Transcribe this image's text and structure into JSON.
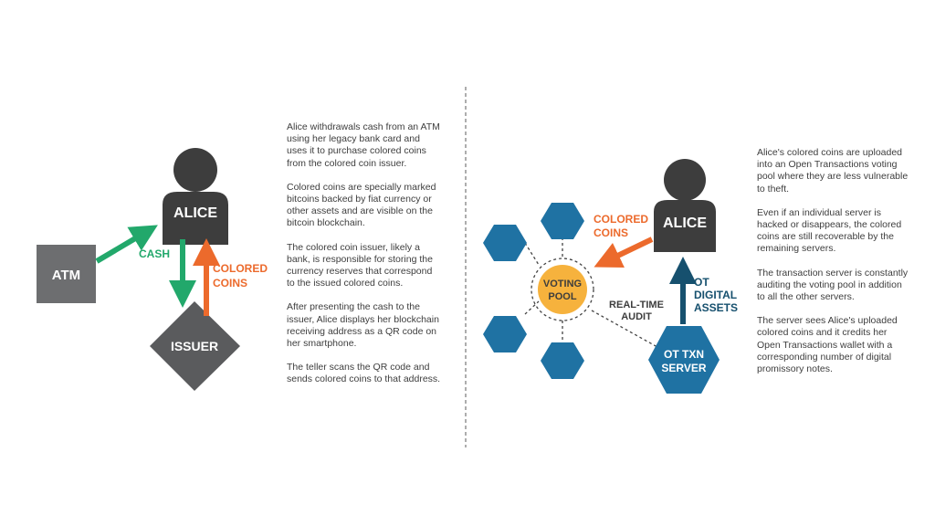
{
  "colors": {
    "dark": "#3d3d3d",
    "gray": "#6d6e70",
    "green": "#22a86b",
    "orange": "#ec6a2c",
    "blue": "#1f72a3",
    "navy": "#16506e",
    "yellow": "#f6b23d",
    "text": "#3e3e3e"
  },
  "left": {
    "alice": "ALICE",
    "atm": "ATM",
    "issuer": "ISSUER",
    "cash": "CASH",
    "colored_coins": [
      "COLORED",
      "COINS"
    ],
    "paragraphs": [
      "Alice withdrawals cash from an ATM using her legacy bank card and uses it to purchase colored coins from the colored coin issuer.",
      "Colored coins are specially marked bitcoins backed by fiat currency or other assets and are visible on the bitcoin blockchain.",
      "The colored coin issuer, likely a bank, is responsible for storing the currency reserves that correspond to the issued colored coins.",
      "After presenting the cash to the issuer, Alice displays her blockchain receiving address as a QR code on her smartphone.",
      "The teller scans the QR code and sends colored coins to that address."
    ]
  },
  "right": {
    "alice": "ALICE",
    "colored_coins": [
      "COLORED",
      "COINS"
    ],
    "voting_pool": [
      "VOTING",
      "POOL"
    ],
    "audit": [
      "REAL-TIME",
      "AUDIT"
    ],
    "ot_assets": [
      "OT",
      "DIGITAL",
      "ASSETS"
    ],
    "txn_server": [
      "OT TXN",
      "SERVER"
    ],
    "paragraphs": [
      "Alice's colored coins are uploaded into an Open Transactions voting pool where they are less vulnerable to theft.",
      "Even if  an individual server is hacked or disappears, the colored coins are still recoverable by the remaining servers.",
      "The transaction server is constantly auditing the voting pool in addition to all the other servers.",
      "The server sees Alice's uploaded colored coins and it credits her Open Transactions wallet with a corresponding number of digital promissory notes."
    ]
  }
}
